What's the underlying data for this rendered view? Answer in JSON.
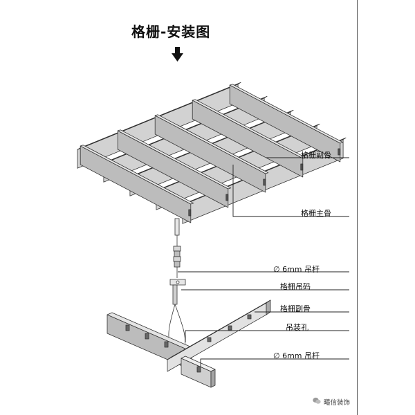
{
  "title": "格栅-安装图",
  "labels": {
    "secondary_keel": "格栅副骨",
    "main_keel": "格栅主骨",
    "rod_top": "6mm 吊杆",
    "hanger_clip": "格栅吊码",
    "secondary_keel_2": "格栅副骨",
    "hanging_hole": "吊装孔",
    "rod_bottom": "6mm 吊杆"
  },
  "diameter_symbol": "∅",
  "watermark": "曦信装饰",
  "icons": {
    "arrow": "down-arrow-icon",
    "watermark": "wechat-icon"
  },
  "colors": {
    "line": "#222222",
    "metal_light": "#e6e6e6",
    "metal_mid": "#c8c8c8",
    "metal_dark": "#9a9a9a"
  }
}
